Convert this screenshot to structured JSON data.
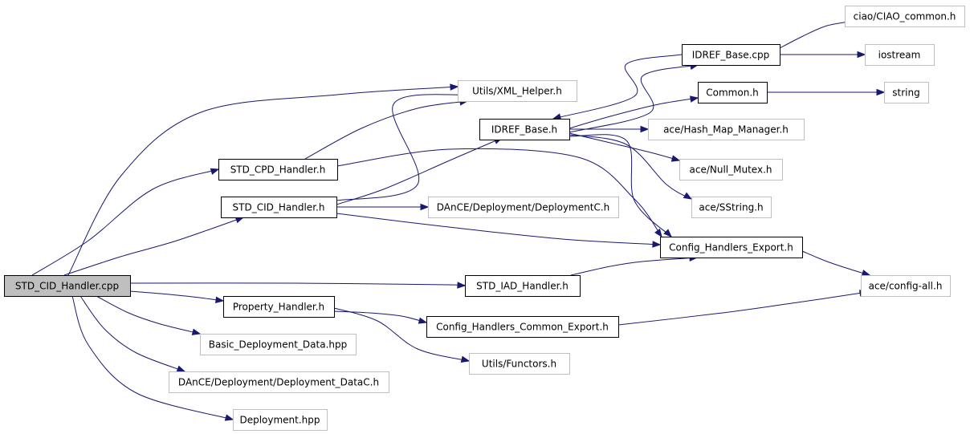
{
  "graph": {
    "root": "STD_CID_Handler.cpp",
    "nodes": [
      {
        "id": "root",
        "label": "STD_CID_Handler.cpp",
        "style": "root"
      },
      {
        "id": "xml_helper",
        "label": "Utils/XML_Helper.h",
        "style": "faint"
      },
      {
        "id": "std_cpd",
        "label": "STD_CPD_Handler.h",
        "style": "solid"
      },
      {
        "id": "std_cid",
        "label": "STD_CID_Handler.h",
        "style": "solid"
      },
      {
        "id": "idref_base_h",
        "label": "IDREF_Base.h",
        "style": "solid"
      },
      {
        "id": "idref_base_cpp",
        "label": "IDREF_Base.cpp",
        "style": "solid"
      },
      {
        "id": "ciao_common",
        "label": "ciao/CIAO_common.h",
        "style": "faint"
      },
      {
        "id": "iostream",
        "label": "iostream",
        "style": "faint"
      },
      {
        "id": "common_h",
        "label": "Common.h",
        "style": "solid"
      },
      {
        "id": "string",
        "label": "string",
        "style": "faint"
      },
      {
        "id": "hash_map",
        "label": "ace/Hash_Map_Manager.h",
        "style": "faint"
      },
      {
        "id": "null_mutex",
        "label": "ace/Null_Mutex.h",
        "style": "faint"
      },
      {
        "id": "sstring",
        "label": "ace/SString.h",
        "style": "faint"
      },
      {
        "id": "deploymentc",
        "label": "DAnCE/Deployment/DeploymentC.h",
        "style": "faint"
      },
      {
        "id": "config_export",
        "label": "Config_Handlers_Export.h",
        "style": "solid"
      },
      {
        "id": "std_iad",
        "label": "STD_IAD_Handler.h",
        "style": "solid"
      },
      {
        "id": "config_all",
        "label": "ace/config-all.h",
        "style": "faint"
      },
      {
        "id": "property",
        "label": "Property_Handler.h",
        "style": "solid"
      },
      {
        "id": "config_common_export",
        "label": "Config_Handlers_Common_Export.h",
        "style": "solid"
      },
      {
        "id": "functors",
        "label": "Utils/Functors.h",
        "style": "faint"
      },
      {
        "id": "basic_deploy",
        "label": "Basic_Deployment_Data.hpp",
        "style": "faint"
      },
      {
        "id": "deployment_datac",
        "label": "DAnCE/Deployment/Deployment_DataC.h",
        "style": "faint"
      },
      {
        "id": "deployment_hpp",
        "label": "Deployment.hpp",
        "style": "faint"
      }
    ],
    "edges": [
      {
        "from": "root",
        "to": "xml_helper"
      },
      {
        "from": "root",
        "to": "std_cpd"
      },
      {
        "from": "root",
        "to": "std_cid"
      },
      {
        "from": "root",
        "to": "std_iad"
      },
      {
        "from": "root",
        "to": "property"
      },
      {
        "from": "root",
        "to": "basic_deploy"
      },
      {
        "from": "root",
        "to": "deployment_datac"
      },
      {
        "from": "root",
        "to": "deployment_hpp"
      },
      {
        "from": "std_cpd",
        "to": "xml_helper"
      },
      {
        "from": "std_cpd",
        "to": "config_export"
      },
      {
        "from": "std_cid",
        "to": "xml_helper"
      },
      {
        "from": "std_cid",
        "to": "idref_base_h"
      },
      {
        "from": "std_cid",
        "to": "deploymentc"
      },
      {
        "from": "std_cid",
        "to": "config_export"
      },
      {
        "from": "idref_base_h",
        "to": "common_h"
      },
      {
        "from": "idref_base_h",
        "to": "hash_map"
      },
      {
        "from": "idref_base_h",
        "to": "null_mutex"
      },
      {
        "from": "idref_base_h",
        "to": "sstring"
      },
      {
        "from": "idref_base_h",
        "to": "config_export"
      },
      {
        "from": "idref_base_h",
        "to": "idref_base_cpp"
      },
      {
        "from": "idref_base_cpp",
        "to": "idref_base_h"
      },
      {
        "from": "idref_base_cpp",
        "to": "ciao_common"
      },
      {
        "from": "idref_base_cpp",
        "to": "iostream"
      },
      {
        "from": "common_h",
        "to": "string"
      },
      {
        "from": "config_export",
        "to": "config_all"
      },
      {
        "from": "std_iad",
        "to": "config_export"
      },
      {
        "from": "property",
        "to": "config_common_export"
      },
      {
        "from": "property",
        "to": "functors"
      },
      {
        "from": "config_common_export",
        "to": "config_all"
      }
    ]
  }
}
